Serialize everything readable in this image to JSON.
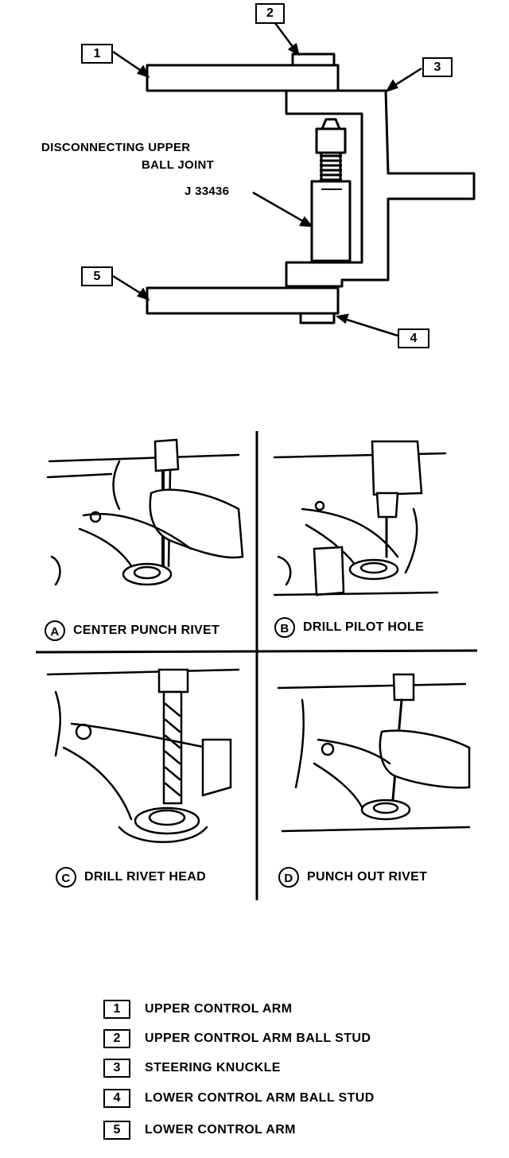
{
  "top_diagram": {
    "title_line1": "DISCONNECTING UPPER",
    "title_line2": "BALL JOINT",
    "tool_label": "J 33436",
    "callouts": [
      "1",
      "2",
      "3",
      "4",
      "5"
    ]
  },
  "panels": [
    {
      "letter": "A",
      "caption": "CENTER PUNCH RIVET"
    },
    {
      "letter": "B",
      "caption": "DRILL PILOT HOLE"
    },
    {
      "letter": "C",
      "caption": "DRILL RIVET HEAD"
    },
    {
      "letter": "D",
      "caption": "PUNCH OUT RIVET"
    }
  ],
  "legend": [
    {
      "num": "1",
      "text": "UPPER CONTROL ARM"
    },
    {
      "num": "2",
      "text": "UPPER CONTROL ARM BALL STUD"
    },
    {
      "num": "3",
      "text": "STEERING KNUCKLE"
    },
    {
      "num": "4",
      "text": "LOWER CONTROL ARM BALL STUD"
    },
    {
      "num": "5",
      "text": "LOWER CONTROL ARM"
    }
  ]
}
